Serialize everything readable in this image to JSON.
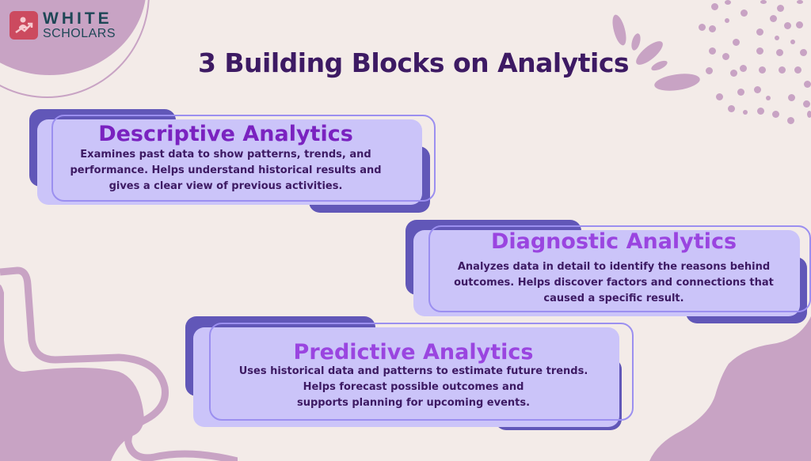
{
  "brand": {
    "line1": "WHITE",
    "line2": "SCHOLARS",
    "logo_icon": "person-growth-arrow-icon",
    "badge_color": "#cc4a5f",
    "text_color": "#1e4756"
  },
  "header": {
    "title": "3 Building Blocks on Analytics",
    "color": "#3d1a63"
  },
  "cards": [
    {
      "title": "Descriptive Analytics",
      "lines": [
        "Examines past data to show patterns, trends, and",
        "performance. Helps understand historical results and",
        "gives a clear view of previous activities."
      ]
    },
    {
      "title": "Diagnostic Analytics",
      "lines": [
        "Analyzes data in detail to identify the reasons behind",
        "outcomes. Helps discover factors and connections that",
        "caused a specific result."
      ]
    },
    {
      "title": "Predictive Analytics",
      "lines": [
        "Uses historical data and patterns to estimate future trends.",
        "Helps forecast possible outcomes and",
        "supports planning for upcoming events."
      ]
    }
  ],
  "colors": {
    "background": "#f3ebe8",
    "decor": "#c8a3c4",
    "card_back": "#6157b8",
    "card_fill": "#cbc4f9",
    "card_outline": "#9b8ff0",
    "title_dark_purple": "#7a22c0",
    "title_light_purple": "#9a45e0"
  }
}
